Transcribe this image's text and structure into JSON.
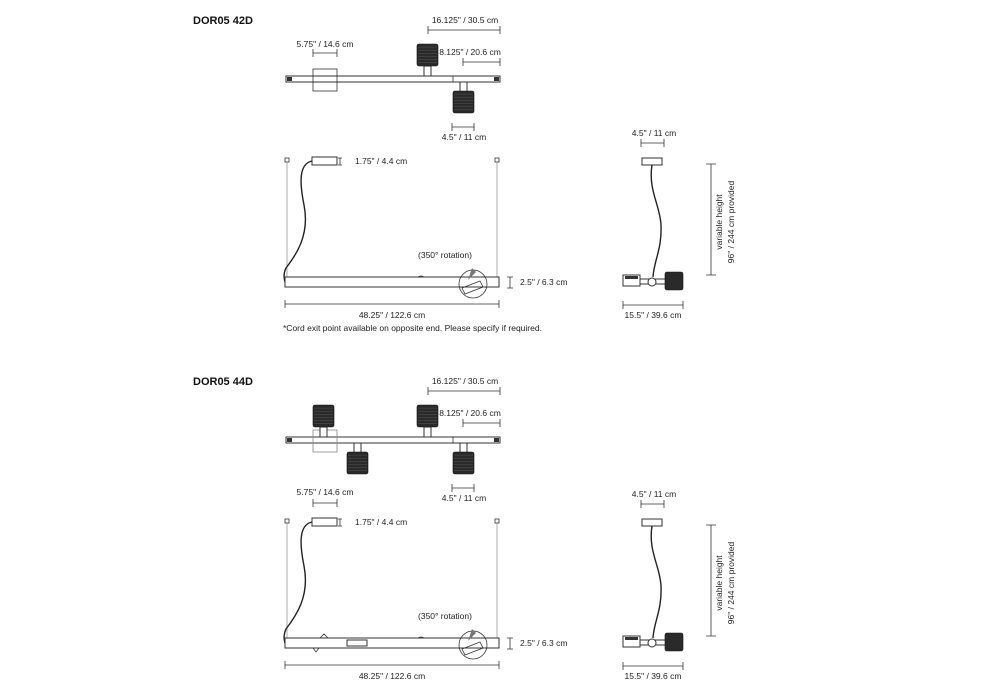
{
  "sections": [
    {
      "model": "DOR05 42D",
      "top_width": "16.125\" / 30.5 cm",
      "canopy_width": "5.75\" / 14.6 cm",
      "spot_offset": "8.125\" / 20.6 cm",
      "spot_width": "4.5\" / 11 cm",
      "canopy_height": "1.75\" / 4.4 cm",
      "rotation": "(350° rotation)",
      "bar_height": "2.5\" / 6.3 cm",
      "length": "48.25\" / 122.6 cm",
      "footnote": "*Cord exit point available on opposite end. Please specify if required.",
      "side_canopy": "4.5\" / 11 cm",
      "variable_height": "variable height",
      "provided": "96\" / 244 cm provided",
      "side_width": "15.5\" / 39.6 cm"
    },
    {
      "model": "DOR05 44D",
      "top_width": "16.125\" / 30.5 cm",
      "canopy_width": "5.75\" / 14.6 cm",
      "spot_offset": "8.125\" / 20.6 cm",
      "spot_width": "4.5\" / 11 cm",
      "canopy_height": "1.75\" / 4.4 cm",
      "rotation": "(350° rotation)",
      "bar_height": "2.5\" / 6.3 cm",
      "length": "48.25\" / 122.6 cm",
      "side_canopy": "4.5\" / 11 cm",
      "variable_height": "variable height",
      "provided": "96\" / 244 cm provided",
      "side_width": "15.5\" / 39.6 cm"
    }
  ]
}
